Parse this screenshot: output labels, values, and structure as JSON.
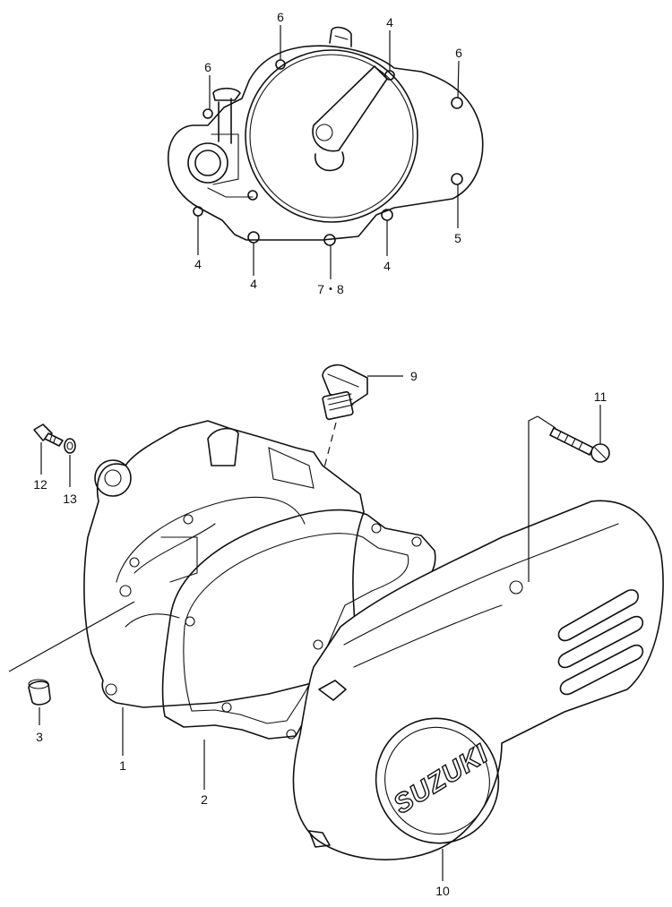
{
  "callouts": {
    "c1": "1",
    "c2": "2",
    "c3": "3",
    "c4a": "4",
    "c4b": "4",
    "c4c": "4",
    "c4d": "4",
    "c5": "5",
    "c6a": "6",
    "c6b": "6",
    "c6c": "6",
    "c78": "7・8",
    "c9": "9",
    "c10": "10",
    "c11": "11",
    "c12": "12",
    "c13": "13"
  },
  "brand_logo": "SUZUKI"
}
